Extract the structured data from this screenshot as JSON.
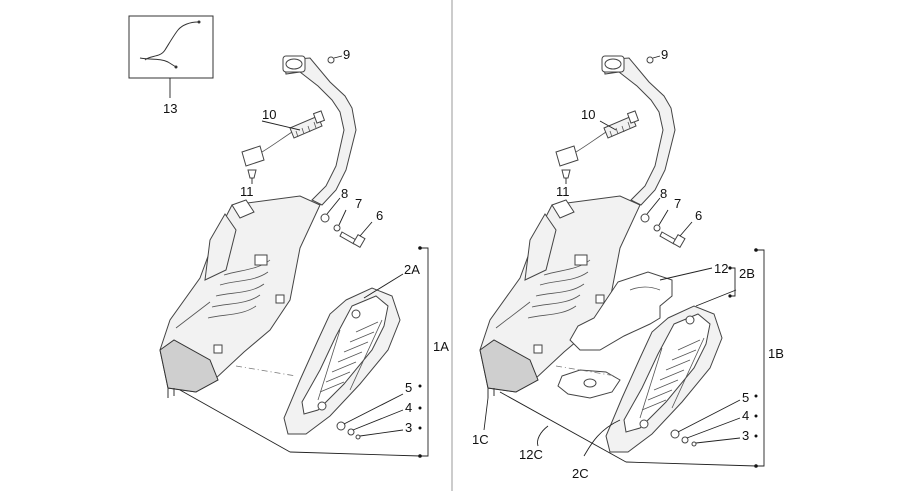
{
  "diagram": {
    "left_assembly": {
      "callouts": {
        "c13": "13",
        "c9": "9",
        "c10": "10",
        "c11": "11",
        "c8": "8",
        "c7": "7",
        "c6": "6",
        "c2A": "2A",
        "c1A": "1A",
        "c5": "5",
        "c4": "4",
        "c3": "3"
      }
    },
    "right_assembly": {
      "callouts": {
        "c9": "9",
        "c10": "10",
        "c11": "11",
        "c8": "8",
        "c7": "7",
        "c6": "6",
        "c12": "12",
        "c2B": "2B",
        "c1B": "1B",
        "c5": "5",
        "c4": "4",
        "c3": "3",
        "c1C": "1C",
        "c12C": "12C",
        "c2C": "2C"
      }
    }
  }
}
